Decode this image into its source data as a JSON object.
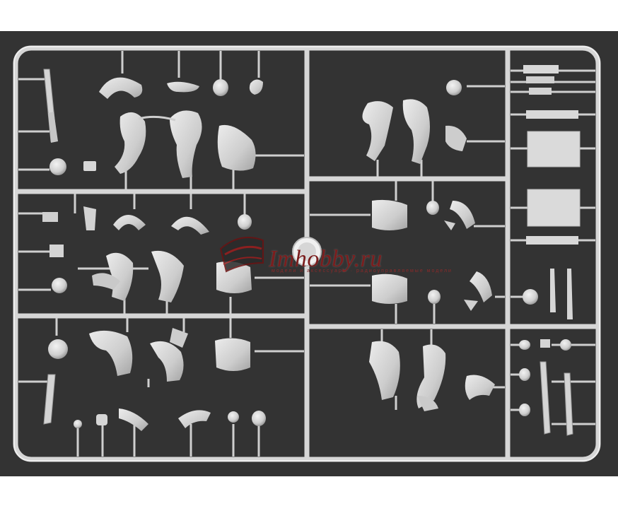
{
  "photo": {
    "subject": "plastic-model-sprue-with-figure-parts",
    "colors": {
      "background": "#333333",
      "plastic": "#dcdcdc",
      "plastic_shadow": "#a9a9a9",
      "frame_white": "#ffffff",
      "watermark_red": "#7b1d1d"
    }
  },
  "watermark": {
    "brand": "Imhobby.ru",
    "tagline": "модели и аксессуары · радиоуправляемые модели"
  }
}
